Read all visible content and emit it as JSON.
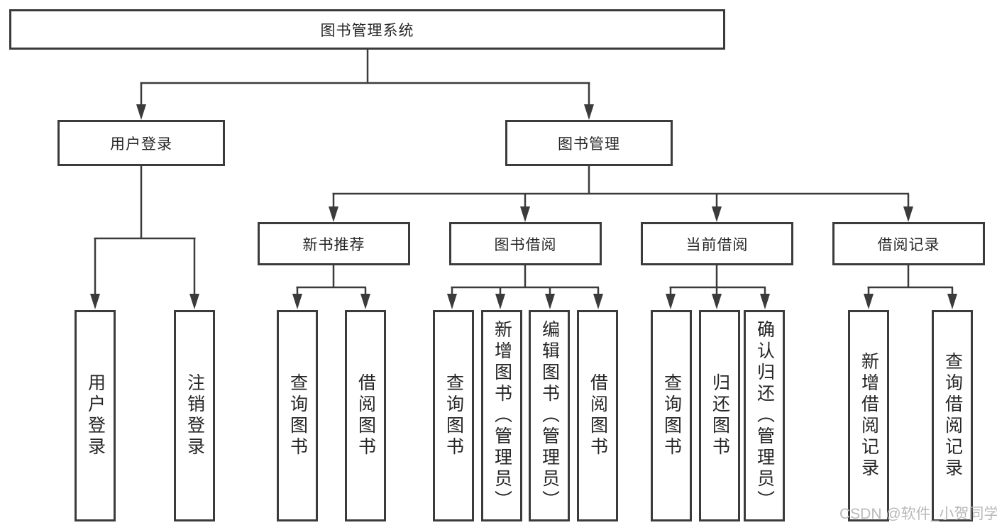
{
  "diagram": {
    "title": "图书管理系统",
    "root": {
      "label": "图书管理系统"
    },
    "level2": [
      {
        "label": "用户登录"
      },
      {
        "label": "图书管理"
      }
    ],
    "level3": [
      {
        "label": "新书推荐",
        "parent": "图书管理"
      },
      {
        "label": "图书借阅",
        "parent": "图书管理"
      },
      {
        "label": "当前借阅",
        "parent": "图书管理"
      },
      {
        "label": "借阅记录",
        "parent": "图书管理"
      }
    ],
    "leaves": [
      {
        "label": "用户登录",
        "parent": "用户登录"
      },
      {
        "label": "注销登录",
        "parent": "用户登录"
      },
      {
        "label": "查询图书",
        "parent": "新书推荐"
      },
      {
        "label": "借阅图书",
        "parent": "新书推荐"
      },
      {
        "label": "查询图书",
        "parent": "图书借阅"
      },
      {
        "label": "新增图书（管理员）",
        "parent": "图书借阅"
      },
      {
        "label": "编辑图书（管理员）",
        "parent": "图书借阅"
      },
      {
        "label": "借阅图书",
        "parent": "图书借阅"
      },
      {
        "label": "查询图书",
        "parent": "当前借阅"
      },
      {
        "label": "归还图书",
        "parent": "当前借阅"
      },
      {
        "label": "确认归还（管理员）",
        "parent": "当前借阅"
      },
      {
        "label": "新增借阅记录",
        "parent": "借阅记录"
      },
      {
        "label": "查询借阅记录",
        "parent": "借阅记录"
      }
    ]
  },
  "watermark": {
    "text": "CSDN @软件_小贺同学"
  },
  "colors": {
    "line": "#3b3b3b",
    "border": "#3b3b3b",
    "text": "#262626",
    "watermark": "#b9b9b9",
    "background": "#ffffff"
  }
}
